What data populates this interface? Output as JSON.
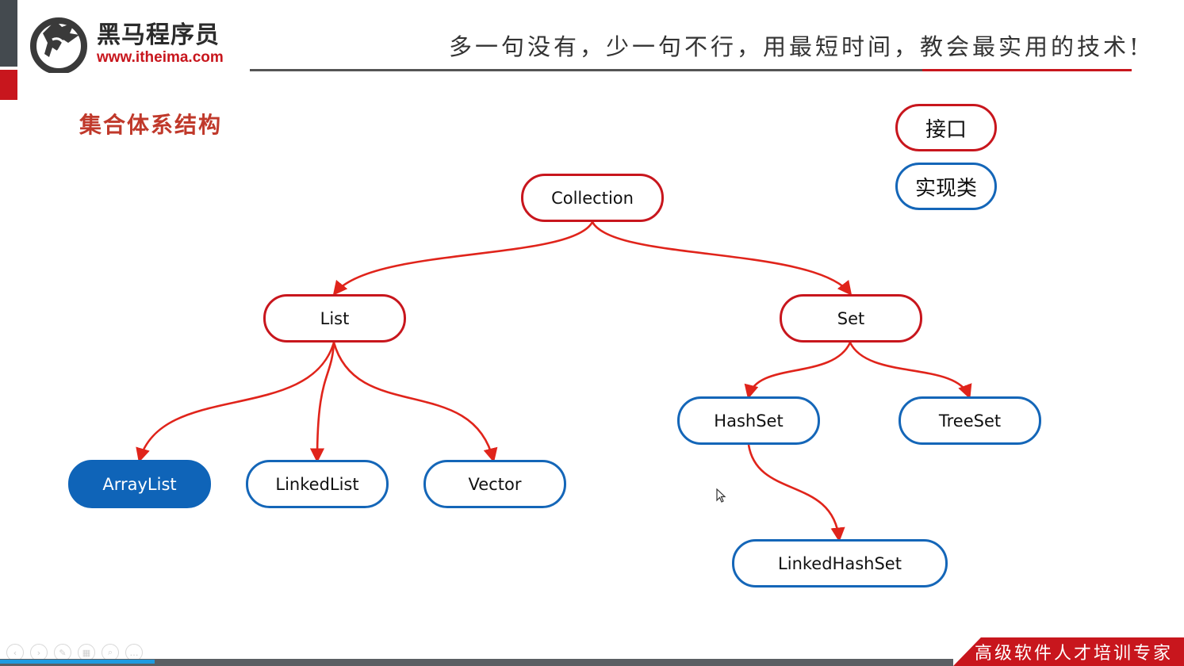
{
  "header": {
    "brand_name": "黑马程序员",
    "brand_url": "www.itheima.com",
    "slogan": "多一句没有，少一句不行，用最短时间，教会最实用的技术!"
  },
  "page_title": "集合体系结构",
  "legend": {
    "interface_label": "接口",
    "implementation_label": "实现类",
    "interface_color": "#c8161d",
    "implementation_color": "#1466b8"
  },
  "diagram": {
    "nodes": {
      "collection": "Collection",
      "list": "List",
      "set": "Set",
      "arraylist": "ArrayList",
      "linkedlist": "LinkedList",
      "vector": "Vector",
      "hashset": "HashSet",
      "treeset": "TreeSet",
      "linkedhashset": "LinkedHashSet"
    },
    "edges": [
      [
        "Collection",
        "List"
      ],
      [
        "Collection",
        "Set"
      ],
      [
        "List",
        "ArrayList"
      ],
      [
        "List",
        "LinkedList"
      ],
      [
        "List",
        "Vector"
      ],
      [
        "Set",
        "HashSet"
      ],
      [
        "Set",
        "TreeSet"
      ],
      [
        "HashSet",
        "LinkedHashSet"
      ]
    ],
    "highlighted_node": "ArrayList",
    "edge_color": "#e0241b"
  },
  "footer": {
    "tagline": "高级软件人才培训专家"
  }
}
